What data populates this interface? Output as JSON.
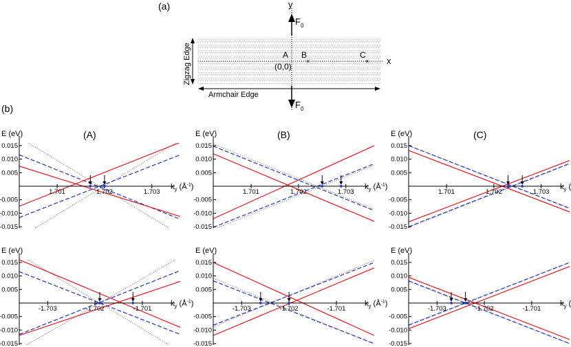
{
  "figure": {
    "panel_a_label": "(a)",
    "panel_b_label": "(b)",
    "axis_x": "x",
    "axis_y": "y",
    "force_label": "F",
    "force_sub": "0",
    "zigzag_label": "Zigzag Edge",
    "armchair_label": "Armchair Edge",
    "point_A": "A",
    "point_B": "B",
    "point_C": "C",
    "origin_label": "(0,0)",
    "column_titles": [
      "(A)",
      "(B)",
      "(C)"
    ]
  },
  "colors": {
    "red": "#e8141c",
    "blue": "#1f34c9",
    "gray": "#7a7a7a"
  },
  "chart_data": [
    {
      "type": "line",
      "title": "(A)",
      "ylabel": "E (eV)",
      "xlabel": "k_y (Å^-1)",
      "xlim": [
        1.7002,
        1.7036
      ],
      "ylim": [
        -0.0155,
        0.016
      ],
      "y_ticks": [
        0.015,
        0.01,
        0.005,
        -0.005,
        -0.01,
        -0.015
      ],
      "y_tick_labels": [
        "0.015",
        "0.010",
        "0.005",
        "-0.005",
        "-0.010",
        "-0.015"
      ],
      "x_ticks": [
        1.701,
        1.702,
        1.703
      ],
      "x_tick_labels": [
        "1.701",
        "1.702",
        "1.703"
      ],
      "series": [
        {
          "color": "gray",
          "style": "dotted",
          "x": [
            1.7002,
            1.7036
          ],
          "y": [
            0.018,
            -0.018
          ]
        },
        {
          "color": "gray",
          "style": "dotted",
          "x": [
            1.7002,
            1.7036
          ],
          "y": [
            -0.019,
            0.017
          ]
        },
        {
          "color": "blue",
          "style": "dashed",
          "x": [
            1.7002,
            1.7036
          ],
          "y": [
            0.0116,
            -0.0122
          ]
        },
        {
          "color": "blue",
          "style": "dashed",
          "x": [
            1.7002,
            1.7036
          ],
          "y": [
            -0.0116,
            0.0116
          ]
        },
        {
          "color": "red",
          "style": "solid",
          "x": [
            1.7002,
            1.7036
          ],
          "y": [
            0.0074,
            -0.0112
          ]
        },
        {
          "color": "red",
          "style": "solid",
          "x": [
            1.7002,
            1.7036
          ],
          "y": [
            -0.0074,
            0.0162
          ]
        }
      ],
      "arrows_x": [
        1.7017,
        1.702
      ]
    },
    {
      "type": "line",
      "title": "",
      "ylabel": "E (eV)",
      "xlabel": "k_y (Å^-1)",
      "xlim": [
        -1.7036,
        -1.7002
      ],
      "ylim": [
        -0.0155,
        0.016
      ],
      "y_ticks": [
        0.015,
        0.01,
        0.005,
        -0.005,
        -0.01,
        -0.015
      ],
      "y_tick_labels": [
        "0.015",
        "0.010",
        "0.005",
        "-0.005",
        "-0.010",
        "-0.015"
      ],
      "x_ticks": [
        -1.703,
        -1.702,
        -1.701
      ],
      "x_tick_labels": [
        "-1.703",
        "-1.702",
        "-1.701"
      ],
      "series": [
        {
          "color": "gray",
          "style": "dotted",
          "x": [
            -1.7036,
            -1.7002
          ],
          "y": [
            0.018,
            -0.018
          ]
        },
        {
          "color": "gray",
          "style": "dotted",
          "x": [
            -1.7036,
            -1.7002
          ],
          "y": [
            -0.017,
            0.017
          ]
        },
        {
          "color": "blue",
          "style": "dashed",
          "x": [
            -1.7036,
            -1.7002
          ],
          "y": [
            0.0116,
            -0.0116
          ]
        },
        {
          "color": "blue",
          "style": "dashed",
          "x": [
            -1.7036,
            -1.7002
          ],
          "y": [
            -0.0116,
            0.012
          ]
        },
        {
          "color": "red",
          "style": "solid",
          "x": [
            -1.7036,
            -1.7002
          ],
          "y": [
            0.016,
            -0.009
          ]
        },
        {
          "color": "red",
          "style": "solid",
          "x": [
            -1.7036,
            -1.7002
          ],
          "y": [
            -0.012,
            0.008
          ]
        }
      ],
      "arrows_x": [
        -1.7019,
        -1.7012
      ]
    },
    {
      "type": "line",
      "title": "(B)",
      "ylabel": "E (eV)",
      "xlabel": "k_y (Å^-1)",
      "xlim": [
        1.7002,
        1.7036
      ],
      "ylim": [
        -0.0155,
        0.016
      ],
      "y_ticks": [
        0.015,
        0.01,
        0.005,
        -0.005,
        -0.01,
        -0.015
      ],
      "y_tick_labels": [
        "0.015",
        "0.010",
        "0.005",
        "-0.005",
        "-0.010",
        "-0.015"
      ],
      "x_ticks": [
        1.701,
        1.702,
        1.703
      ],
      "x_tick_labels": [
        "1.701",
        "1.702",
        "1.703"
      ],
      "series": [
        {
          "color": "gray",
          "style": "dotted",
          "x": [
            1.7002,
            1.7036
          ],
          "y": [
            0.0156,
            -0.0085
          ]
        },
        {
          "color": "gray",
          "style": "dotted",
          "x": [
            1.7002,
            1.7036
          ],
          "y": [
            -0.016,
            0.0077
          ]
        },
        {
          "color": "blue",
          "style": "dashed",
          "x": [
            1.7002,
            1.7036
          ],
          "y": [
            0.0148,
            -0.009
          ]
        },
        {
          "color": "blue",
          "style": "dashed",
          "x": [
            1.7002,
            1.7036
          ],
          "y": [
            -0.0152,
            0.0083
          ]
        },
        {
          "color": "red",
          "style": "solid",
          "x": [
            1.7002,
            1.7036
          ],
          "y": [
            0.012,
            -0.013
          ]
        },
        {
          "color": "red",
          "style": "solid",
          "x": [
            1.7002,
            1.7036
          ],
          "y": [
            -0.012,
            0.015
          ]
        }
      ],
      "arrows_x": [
        1.7025,
        1.7029
      ]
    },
    {
      "type": "line",
      "title": "",
      "ylabel": "E (eV)",
      "xlabel": "k_y (Å^-1)",
      "xlim": [
        -1.7036,
        -1.7002
      ],
      "ylim": [
        -0.0155,
        0.016
      ],
      "y_ticks": [
        0.015,
        0.01,
        0.005,
        -0.005,
        -0.01,
        -0.015
      ],
      "y_tick_labels": [
        "0.015",
        "0.010",
        "0.005",
        "-0.005",
        "-0.010",
        "-0.015"
      ],
      "x_ticks": [
        -1.703,
        -1.702,
        -1.701
      ],
      "x_tick_labels": [
        "-1.703",
        "-1.702",
        "-1.701"
      ],
      "series": [
        {
          "color": "gray",
          "style": "dotted",
          "x": [
            -1.7036,
            -1.7002
          ],
          "y": [
            0.0092,
            -0.0152
          ]
        },
        {
          "color": "gray",
          "style": "dotted",
          "x": [
            -1.7036,
            -1.7002
          ],
          "y": [
            -0.0088,
            0.0158
          ]
        },
        {
          "color": "blue",
          "style": "dashed",
          "x": [
            -1.7036,
            -1.7002
          ],
          "y": [
            0.0082,
            -0.015
          ]
        },
        {
          "color": "blue",
          "style": "dashed",
          "x": [
            -1.7036,
            -1.7002
          ],
          "y": [
            -0.0082,
            0.015
          ]
        },
        {
          "color": "red",
          "style": "solid",
          "x": [
            -1.7036,
            -1.7002
          ],
          "y": [
            0.015,
            -0.012
          ]
        },
        {
          "color": "red",
          "style": "solid",
          "x": [
            -1.7036,
            -1.7002
          ],
          "y": [
            -0.012,
            0.013
          ]
        }
      ],
      "arrows_x": [
        -1.7026,
        -1.702
      ]
    },
    {
      "type": "line",
      "title": "(C)",
      "ylabel": "E (eV)",
      "xlabel": "k_y (Å^-1)",
      "xlim": [
        1.7002,
        1.7036
      ],
      "ylim": [
        -0.0155,
        0.016
      ],
      "y_ticks": [
        0.015,
        0.01,
        0.005,
        -0.005,
        -0.01,
        -0.015
      ],
      "y_tick_labels": [
        "0.015",
        "0.010",
        "0.005",
        "-0.005",
        "-0.010",
        "-0.015"
      ],
      "x_ticks": [
        1.701,
        1.702,
        1.703
      ],
      "x_tick_labels": [
        "1.701",
        "1.702",
        "1.703"
      ],
      "series": [
        {
          "color": "gray",
          "style": "dotted",
          "x": [
            1.7002,
            1.7036
          ],
          "y": [
            0.015,
            -0.008
          ]
        },
        {
          "color": "gray",
          "style": "dotted",
          "x": [
            1.7002,
            1.7036
          ],
          "y": [
            -0.0152,
            0.0082
          ]
        },
        {
          "color": "blue",
          "style": "dashed",
          "x": [
            1.7002,
            1.7036
          ],
          "y": [
            0.015,
            -0.0082
          ]
        },
        {
          "color": "blue",
          "style": "dashed",
          "x": [
            1.7002,
            1.7036
          ],
          "y": [
            -0.015,
            0.0084
          ]
        },
        {
          "color": "red",
          "style": "solid",
          "x": [
            1.7002,
            1.7036
          ],
          "y": [
            0.0132,
            -0.0095
          ]
        },
        {
          "color": "red",
          "style": "solid",
          "x": [
            1.7002,
            1.7036
          ],
          "y": [
            -0.0132,
            0.0095
          ]
        }
      ],
      "arrows_x": [
        1.7023,
        1.7026
      ]
    },
    {
      "type": "line",
      "title": "",
      "ylabel": "E (eV)",
      "xlabel": "k_y (Å^-1)",
      "xlim": [
        -1.7036,
        -1.7002
      ],
      "ylim": [
        -0.0155,
        0.016
      ],
      "y_ticks": [
        0.015,
        0.01,
        0.005,
        -0.005,
        -0.01,
        -0.015
      ],
      "y_tick_labels": [
        "0.015",
        "0.010",
        "0.005",
        "-0.005",
        "-0.010",
        "-0.015"
      ],
      "x_ticks": [
        -1.703,
        -1.702,
        -1.701
      ],
      "x_tick_labels": [
        "-1.703",
        "-1.702",
        "-1.701"
      ],
      "series": [
        {
          "color": "gray",
          "style": "dotted",
          "x": [
            -1.7036,
            -1.7002
          ],
          "y": [
            0.008,
            -0.015
          ]
        },
        {
          "color": "gray",
          "style": "dotted",
          "x": [
            -1.7036,
            -1.7002
          ],
          "y": [
            -0.008,
            0.015
          ]
        },
        {
          "color": "blue",
          "style": "dashed",
          "x": [
            -1.7036,
            -1.7002
          ],
          "y": [
            0.0082,
            -0.015
          ]
        },
        {
          "color": "blue",
          "style": "dashed",
          "x": [
            -1.7036,
            -1.7002
          ],
          "y": [
            -0.0082,
            0.015
          ]
        },
        {
          "color": "red",
          "style": "solid",
          "x": [
            -1.7036,
            -1.7002
          ],
          "y": [
            0.0095,
            -0.0135
          ]
        },
        {
          "color": "red",
          "style": "solid",
          "x": [
            -1.7036,
            -1.7002
          ],
          "y": [
            -0.0095,
            0.0135
          ]
        }
      ],
      "arrows_x": [
        -1.7027,
        -1.7024
      ]
    }
  ]
}
